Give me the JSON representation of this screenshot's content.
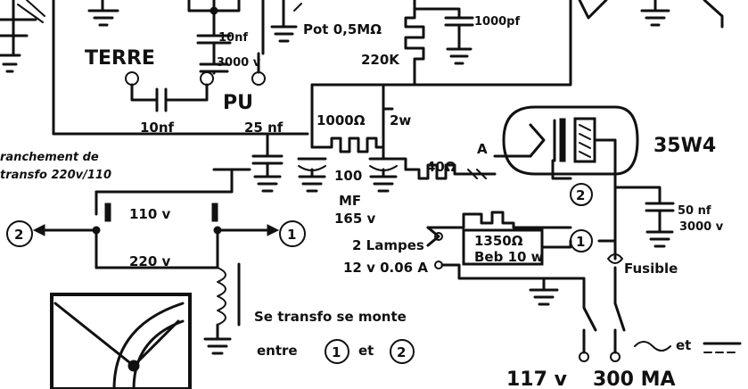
{
  "labels": {
    "terre": "TERRE",
    "pu": "PU",
    "cap_10nf_top": "10nf",
    "volt_3000": "3000 v",
    "cap_10nf_bottom": "10nf",
    "pot": "Pot 0,5MΩ",
    "res_220k": "220K",
    "cap_1000pf": "1000pf",
    "cap_25nf": "25 nf",
    "res_1000": "1000Ω",
    "watt_2w": "2w",
    "res_100": "100",
    "mf": "MF",
    "volt_165": "165 v",
    "res_40": "40Ω",
    "anode": "A",
    "tube": "35W4",
    "branch_l1": "ranchement de",
    "branch_l2": "transfo 220v/110",
    "volt_110": "110 v",
    "volt_220": "220 v",
    "lamps_l1": "2 Lampes",
    "lamps_l2": "12 v  0.06 A",
    "res_1350": "1350Ω",
    "beb": "Beb 10 w",
    "cap_50nf": "50 nf",
    "volt_3000_b": "3000 v",
    "fusible": "Fusible",
    "note_l1": "Se transfo se monte",
    "note_entre": "entre",
    "note_et": "et",
    "mains_117": "117 v",
    "current_300": "300 MA",
    "ac_dc_et": "et"
  },
  "markers": {
    "one": "1",
    "two": "2"
  }
}
